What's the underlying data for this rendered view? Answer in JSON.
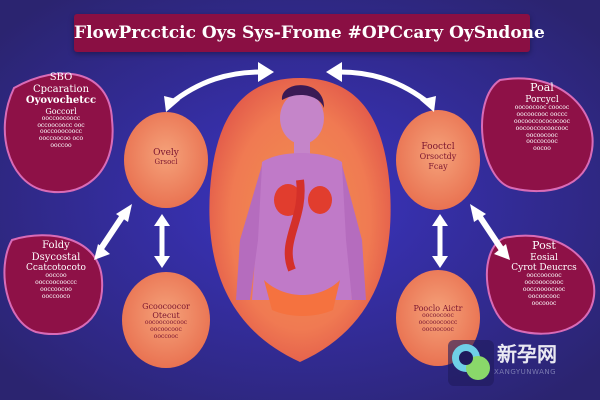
{
  "title": "FlowPrcctcic Oys Sys-Frome #OPCcary OySndone",
  "colors": {
    "background": "#3a2fa8",
    "banner": "#8a0f43",
    "blob": "#8e1147",
    "blob_outline": "#d96bb7",
    "orange": "#f08860",
    "body_silhouette": "#c07ac8",
    "arrow": "#ffffff"
  },
  "nodes": {
    "top_left": {
      "title": [
        "SBO",
        "Cpcaration",
        "Oyovochetcc",
        "Goccorl"
      ],
      "lines": [
        "ooccoocoocc",
        "occoocoocc ooc",
        "ooccooocoocc",
        "ooccoocoo oco",
        "ooccoo"
      ]
    },
    "bottom_left": {
      "title": [
        "Foldy",
        "Dsycostal",
        "Ccatcotocoto"
      ],
      "lines": [
        "ooccoo",
        "ooccoocooccc",
        "ooccoocoo",
        "ooccooco"
      ]
    },
    "top_right": {
      "title": [
        "Poal",
        "Porcycl"
      ],
      "lines": [
        "oocoocooc coococ",
        "oocoocooc ooccc",
        "oocooccocococooc",
        "oocooccocoocooc",
        "oocoocooc",
        "ooccocooc",
        "oocoo"
      ]
    },
    "bottom_right": {
      "title": [
        "Post",
        "Eosial",
        "Cyrot Deucrcs"
      ],
      "lines": [
        "ooccoocooc",
        "oocooocoooc",
        "ooccoooocooc",
        "oocoocooc",
        "oocoooc"
      ]
    },
    "orange_top_left": {
      "lines": [
        "Ovely",
        "Grsocl"
      ]
    },
    "orange_bottom_left": {
      "lines": [
        "Gcoocoocor",
        "Otecut"
      ],
      "sub": [
        "oocoocoocooc",
        "oocoocooc",
        "ooccooc"
      ]
    },
    "orange_top_right": {
      "lines": [
        "Fooctcl",
        "Orsoctdy",
        "Fcay"
      ]
    },
    "orange_bottom_right": {
      "lines": [
        "Pooclo Aictr"
      ],
      "sub": [
        "oocoocooc",
        "oocooocoocc",
        "oocoocooc"
      ]
    }
  },
  "watermark": {
    "main": "新孕网",
    "sub": "XANGYUNWANG"
  }
}
